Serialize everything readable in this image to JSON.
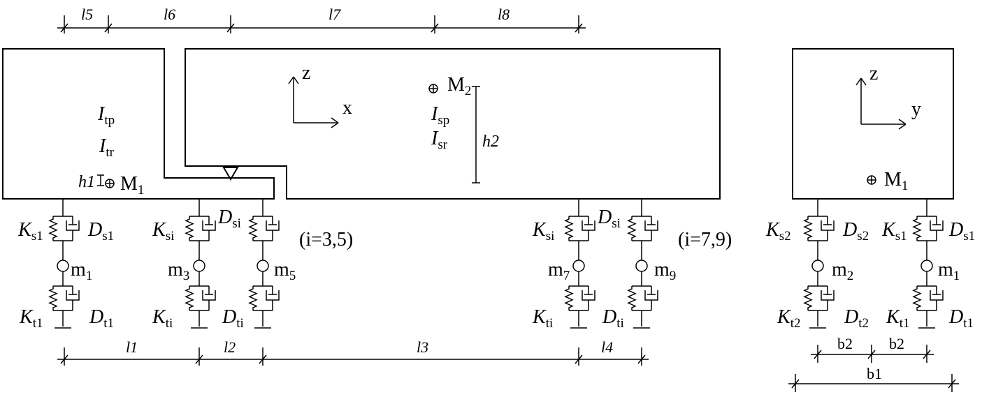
{
  "dimensions": {
    "top": [
      "l5",
      "l6",
      "l7",
      "l8"
    ],
    "bottom": [
      "l1",
      "l2",
      "l3",
      "l4"
    ],
    "side_upper": [
      "b2",
      "b2"
    ],
    "side_lower": "b1",
    "height_car2": "h2",
    "height_car1": "h1"
  },
  "car1": {
    "inertia_pitch": {
      "main": "I",
      "sub": "tp"
    },
    "inertia_roll": {
      "main": "I",
      "sub": "tr"
    },
    "mass": {
      "main": "M",
      "sub": "1"
    }
  },
  "car2": {
    "mass": {
      "main": "M",
      "sub": "2"
    },
    "inertia_pitch": {
      "main": "I",
      "sub": "sp"
    },
    "inertia_roll": {
      "main": "I",
      "sub": "sr"
    },
    "axis_vertical": "z",
    "axis_horizontal": "x"
  },
  "side_view": {
    "axis_vertical": "z",
    "axis_horizontal": "y",
    "mass": {
      "main": "M",
      "sub": "1"
    }
  },
  "suspension_labels": {
    "ks1": {
      "main": "K",
      "sub": "s1"
    },
    "ds1": {
      "main": "D",
      "sub": "s1"
    },
    "ks2": {
      "main": "K",
      "sub": "s2"
    },
    "ds2": {
      "main": "D",
      "sub": "s2"
    },
    "ksi": {
      "main": "K",
      "sub": "si"
    },
    "dsi": {
      "main": "D",
      "sub": "si"
    },
    "kt1": {
      "main": "K",
      "sub": "t1"
    },
    "dt1": {
      "main": "D",
      "sub": "t1"
    },
    "kt2": {
      "main": "K",
      "sub": "t2"
    },
    "dt2": {
      "main": "D",
      "sub": "t2"
    },
    "kti": {
      "main": "K",
      "sub": "ti"
    },
    "dti": {
      "main": "D",
      "sub": "ti"
    }
  },
  "wheel_masses": {
    "m1": {
      "main": "m",
      "sub": "1"
    },
    "m2": {
      "main": "m",
      "sub": "2"
    },
    "m3": {
      "main": "m",
      "sub": "3"
    },
    "m5": {
      "main": "m",
      "sub": "5"
    },
    "m7": {
      "main": "m",
      "sub": "7"
    },
    "m9": {
      "main": "m",
      "sub": "9"
    }
  },
  "index_notes": [
    "(i=3,5)",
    "(i=7,9)"
  ]
}
